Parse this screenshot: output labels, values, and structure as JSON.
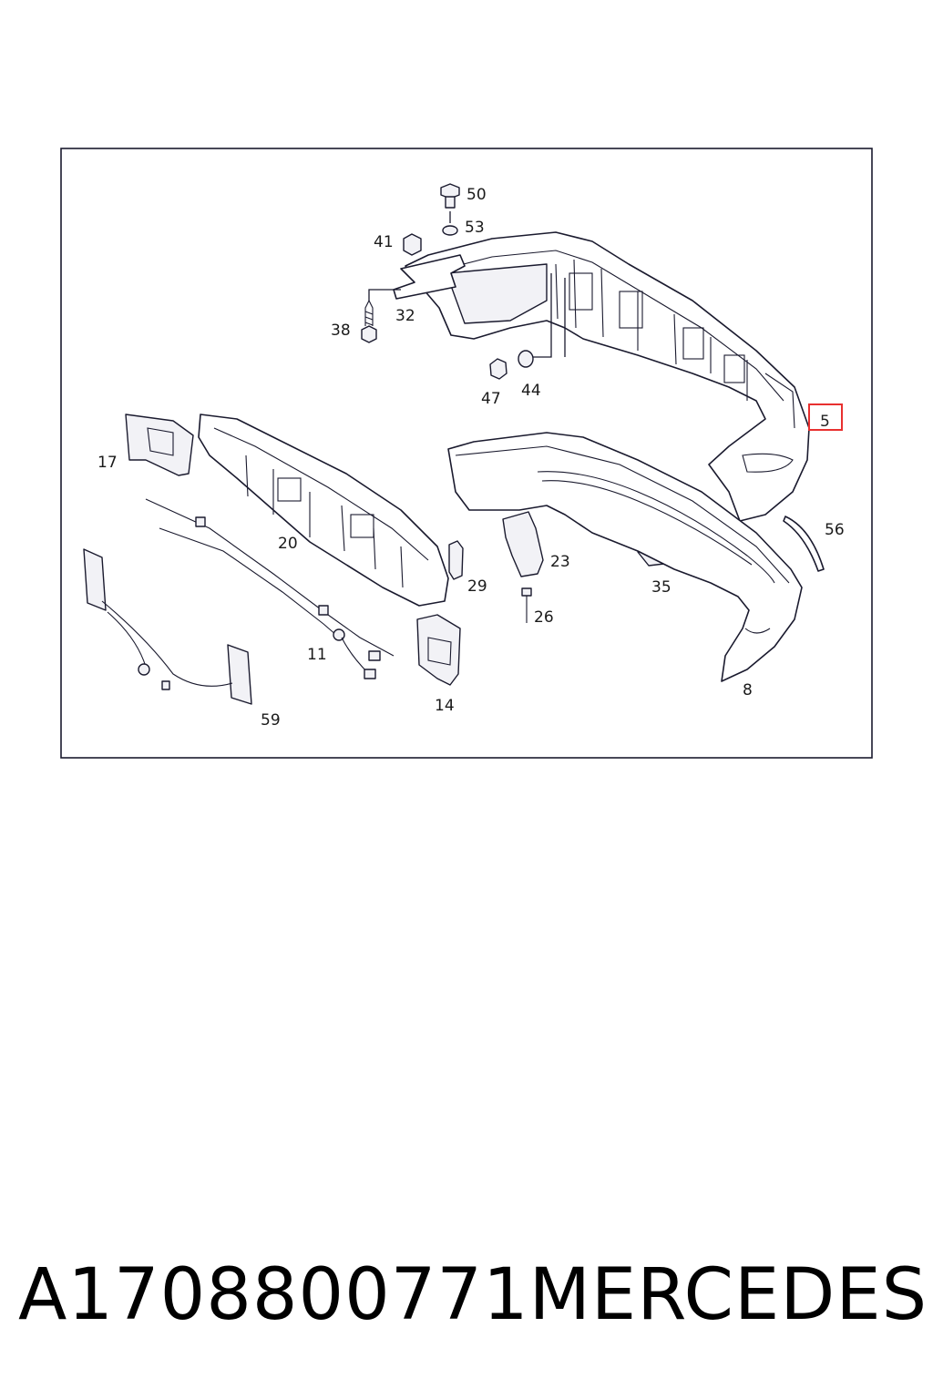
{
  "diagram": {
    "callouts": {
      "c50": "50",
      "c53": "53",
      "c41": "41",
      "c32": "32",
      "c38": "38",
      "c47": "47",
      "c44": "44",
      "c5": "5",
      "c17": "17",
      "c20": "20",
      "c29": "29",
      "c23": "23",
      "c35": "35",
      "c56": "56",
      "c26": "26",
      "c11": "11",
      "c14": "14",
      "c8": "8",
      "c59": "59"
    },
    "highlight_color": "#e8302f"
  },
  "footer": {
    "part_number": "A1708800771",
    "brand": "MERCEDES"
  }
}
